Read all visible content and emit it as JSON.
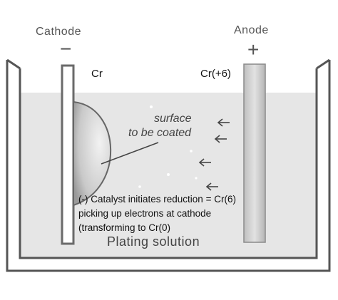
{
  "cathode": {
    "label": "Cathode",
    "sign": "−",
    "species": "Cr"
  },
  "anode": {
    "label": "Anode",
    "sign": "+",
    "species": "Cr(+6)"
  },
  "surface_note": {
    "line1": "surface",
    "line2": "to be coated"
  },
  "caption": {
    "line1": "(-) Catalyst initiates reduction = Cr(6)",
    "line2": "picking up electrons at cathode",
    "line3": "(transforming to Cr(0)"
  },
  "solution_label": "Plating solution",
  "colors": {
    "solution": "#e6e6e6",
    "tank_wall": "#555555",
    "cathode_plate": "#6a6a6a",
    "anode_fill": "#d0d0d0",
    "arrow": "#444444"
  }
}
